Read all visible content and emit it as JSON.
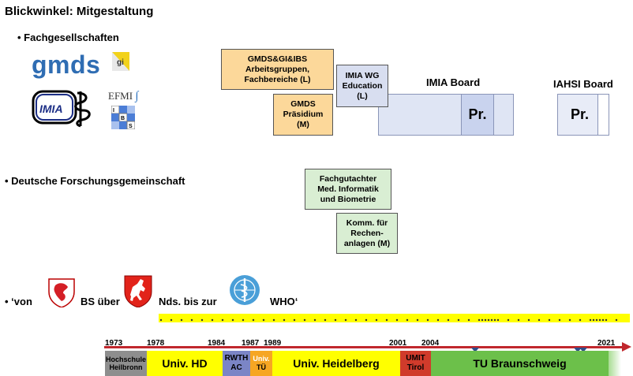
{
  "title": "Blickwinkel: Mitgestaltung",
  "bullets": {
    "fach": "• Fachgesellschaften",
    "dfg": "• Deutsche Forschungsgemeinschaft",
    "von": "• ‘von",
    "bs_ueber": "BS über",
    "nds": "Nds. bis zur",
    "who": "WHO‘"
  },
  "logos": {
    "gmds": "gmds",
    "efmi": "EFMI",
    "imia": "IMIA",
    "ibs": [
      "I",
      "B",
      "S"
    ],
    "gi": "gi"
  },
  "boxes": {
    "gmds_gi_ibs": [
      "GMDS&GI&IBS",
      "Arbeitsgruppen,",
      "Fachbereiche (L)"
    ],
    "gmds_praesidium": [
      "GMDS",
      "Präsidium",
      "(M)"
    ],
    "imia_wg": [
      "IMIA WG",
      "Education",
      "(L)"
    ],
    "fachgutachter": [
      "Fachgutachter",
      "Med. Informatik",
      "und Biometrie"
    ],
    "komm": [
      "Komm. für",
      "Rechen-",
      "anlagen (M)"
    ]
  },
  "boards": {
    "imia_board": "IMIA Board",
    "iahsi_board": "IAHSI Board",
    "pr": "Pr."
  },
  "timeline": {
    "years": [
      "1973",
      "1978",
      "1984",
      "1987",
      "1989",
      "2001",
      "2004",
      "2021"
    ],
    "segments": {
      "hochschule": [
        "Hochschule",
        "Heilbronn"
      ],
      "unihd1": "Univ. HD",
      "rwth": [
        "RWTH",
        "AC"
      ],
      "univtu": [
        "Univ.",
        "TÜ"
      ],
      "unihd2": "Univ. Heidelberg",
      "umit": [
        "UMIT",
        "Tirol"
      ],
      "tubs": "TU Braunschweig"
    }
  },
  "colors": {
    "orange": "#fcd89a",
    "lavender": "#d8def0",
    "green": "#d9eed3",
    "yellow": "#ffff00",
    "red_arrow": "#c0272d",
    "tubs_green": "#6cc04a",
    "umit_red": "#d03b2b",
    "rwth_blue": "#7b85c6",
    "tu_orange": "#f6a623",
    "hochschule_gray": "#8e8e8e"
  }
}
